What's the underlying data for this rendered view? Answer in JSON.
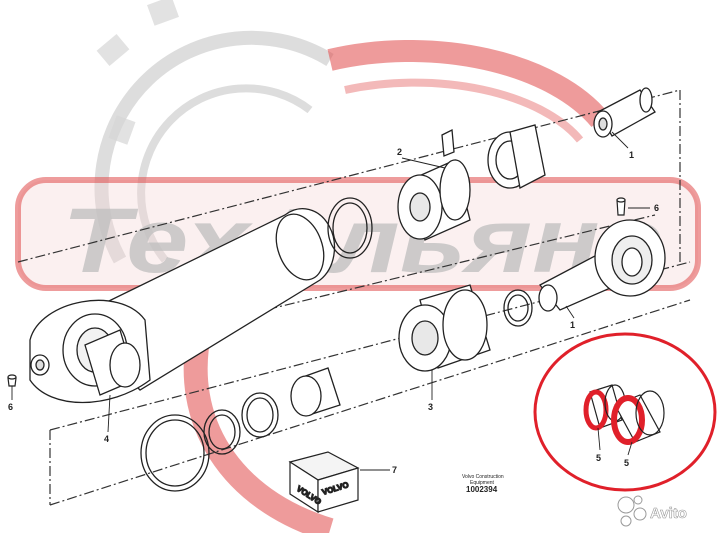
{
  "watermark": {
    "text": "ТехАльянс"
  },
  "parts": [
    {
      "number": "1"
    },
    {
      "number": "1"
    },
    {
      "number": "2"
    },
    {
      "number": "3"
    },
    {
      "number": "4"
    },
    {
      "number": "5"
    },
    {
      "number": "5"
    },
    {
      "number": "6"
    },
    {
      "number": "6"
    },
    {
      "number": "7"
    }
  ],
  "document": {
    "line1": "Volvo Construction",
    "line2": "Equipment",
    "number": "1002394"
  },
  "box_brand": "VOLVO",
  "highlight_color": "#e0202a",
  "watermark_color": "#e04a4a",
  "avito": {
    "text": "Avito"
  }
}
